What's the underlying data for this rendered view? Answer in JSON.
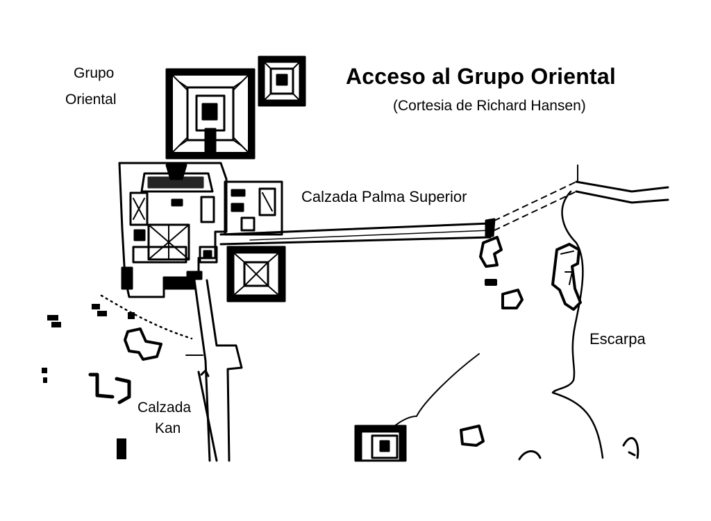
{
  "title": "Acceso al Grupo Oriental",
  "credit": "(Cortesia de Richard Hansen)",
  "labels": {
    "grupo_oriental_line1": "Grupo",
    "grupo_oriental_line2": "Oriental",
    "calzada_palma_superior": "Calzada Palma Superior",
    "escarpa": "Escarpa",
    "calzada_kan_line1": "Calzada",
    "calzada_kan_line2": "Kan"
  },
  "colors": {
    "ink": "#000000",
    "paper": "#ffffff"
  }
}
